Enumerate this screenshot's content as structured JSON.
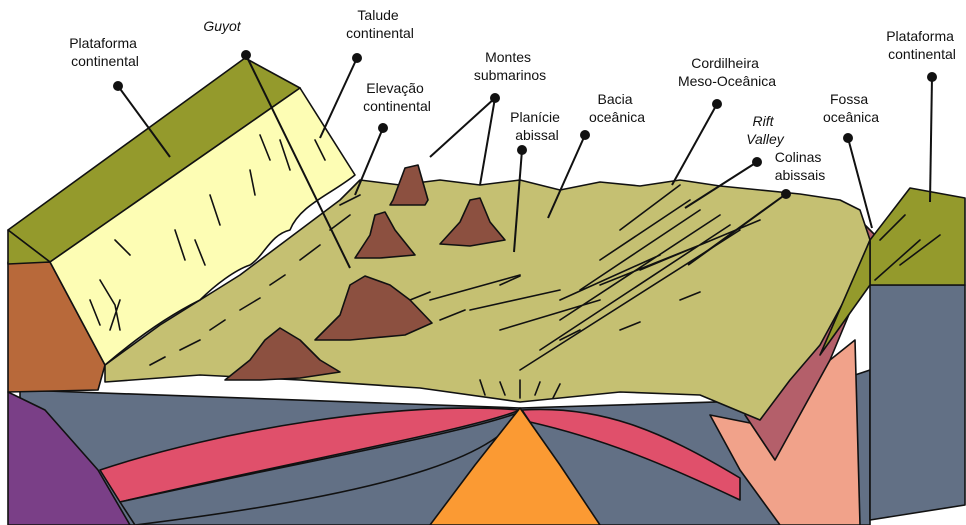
{
  "labels": {
    "shelf_left": [
      "Plataforma",
      "continental"
    ],
    "guyot": [
      "Guyot"
    ],
    "slope": [
      "Talude",
      "continental"
    ],
    "rise": [
      "Elevação",
      "continental"
    ],
    "seamounts": [
      "Montes",
      "submarinos"
    ],
    "abyssal_plain": [
      "Planície",
      "abissal"
    ],
    "ocean_basin": [
      "Bacia",
      "oceânica"
    ],
    "ridge": [
      "Cordilheira",
      "Meso-Oceânica"
    ],
    "rift_valley": [
      "Rift",
      "Valley"
    ],
    "abyssal_hills": [
      "Colinas",
      "abissais"
    ],
    "trench": [
      "Fossa",
      "oceânica"
    ],
    "shelf_right": [
      "Plataforma",
      "continental"
    ]
  },
  "colors": {
    "seafloor": "#c5c072",
    "shelf_top": "#949a2c",
    "slope_face": "#fdfdb4",
    "continent_side": "#b8693a",
    "mantle_grey": "#627085",
    "crust_red": "#e0506b",
    "magma_orange": "#fb9a33",
    "seamount": "#8c5040",
    "purple_block": "#7a3f87",
    "trench_wall": "#b45f6a",
    "subduction_pink": "#f1a28a"
  }
}
